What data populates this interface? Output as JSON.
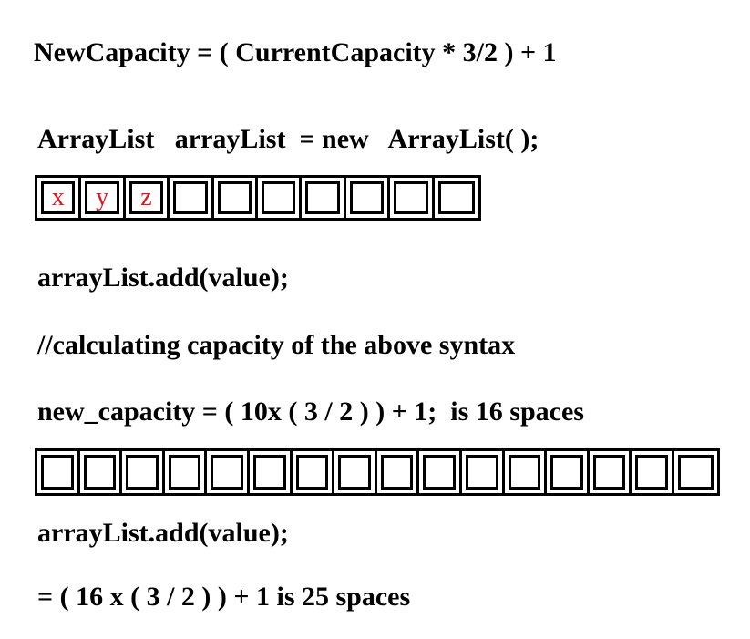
{
  "formula": "NewCapacity = ( CurrentCapacity * 3/2 ) + 1",
  "declaration": "ArrayList   arrayList  = new   ArrayList( );",
  "array1": {
    "cells": [
      "x",
      "y",
      "z",
      "",
      "",
      "",
      "",
      "",
      "",
      ""
    ],
    "text_color": "#e0141e"
  },
  "add_call_1": "arrayList.add(value);",
  "comment": "//calculating capacity of the above syntax",
  "calculation": "new_capacity = ( 10x ( 3 / 2 ) ) + 1;  is 16 spaces",
  "array2": {
    "cells": [
      "",
      "",
      "",
      "",
      "",
      "",
      "",
      "",
      "",
      "",
      "",
      "",
      "",
      "",
      "",
      ""
    ]
  },
  "add_call_2": "arrayList.add(value);",
  "result": "= ( 16 x ( 3 / 2 ) ) + 1 is 25 spaces"
}
